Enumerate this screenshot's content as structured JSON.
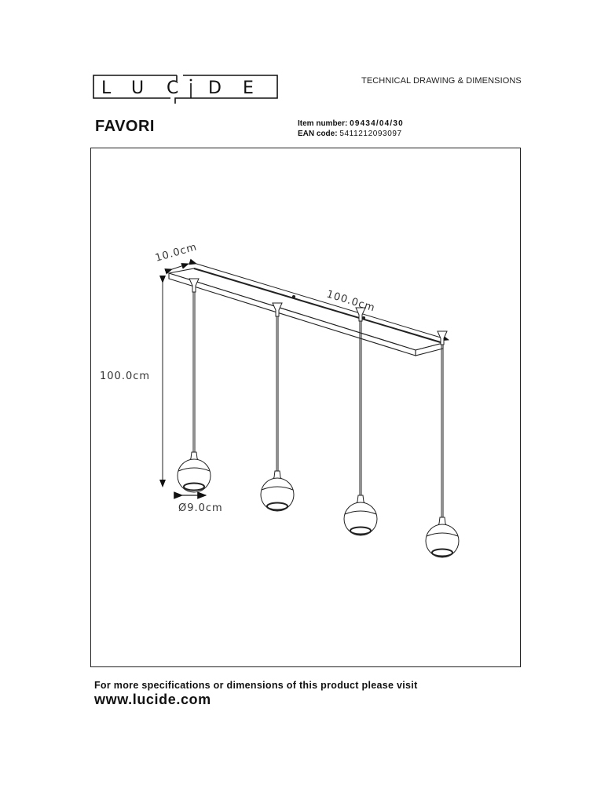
{
  "header": {
    "brand": "LUCIDE",
    "brand_letters": [
      "L",
      "U",
      "C",
      "I",
      "D",
      "E"
    ],
    "document_type": "TECHNICAL DRAWING & DIMENSIONS"
  },
  "product": {
    "name": "FAVORI",
    "item_number_label": "Item number:",
    "item_number": "09434/04/30",
    "ean_label": "EAN code:",
    "ean": "5411212093097"
  },
  "drawing": {
    "dimensions": {
      "width": "10.0cm",
      "length": "100.0cm",
      "height": "100.0cm",
      "diameter": "Ø9.0cm"
    },
    "pendant_count": 4,
    "line_color": "#222222"
  },
  "footer": {
    "note": "For more specifications or dimensions of this product please visit",
    "url": "www.lucide.com"
  }
}
